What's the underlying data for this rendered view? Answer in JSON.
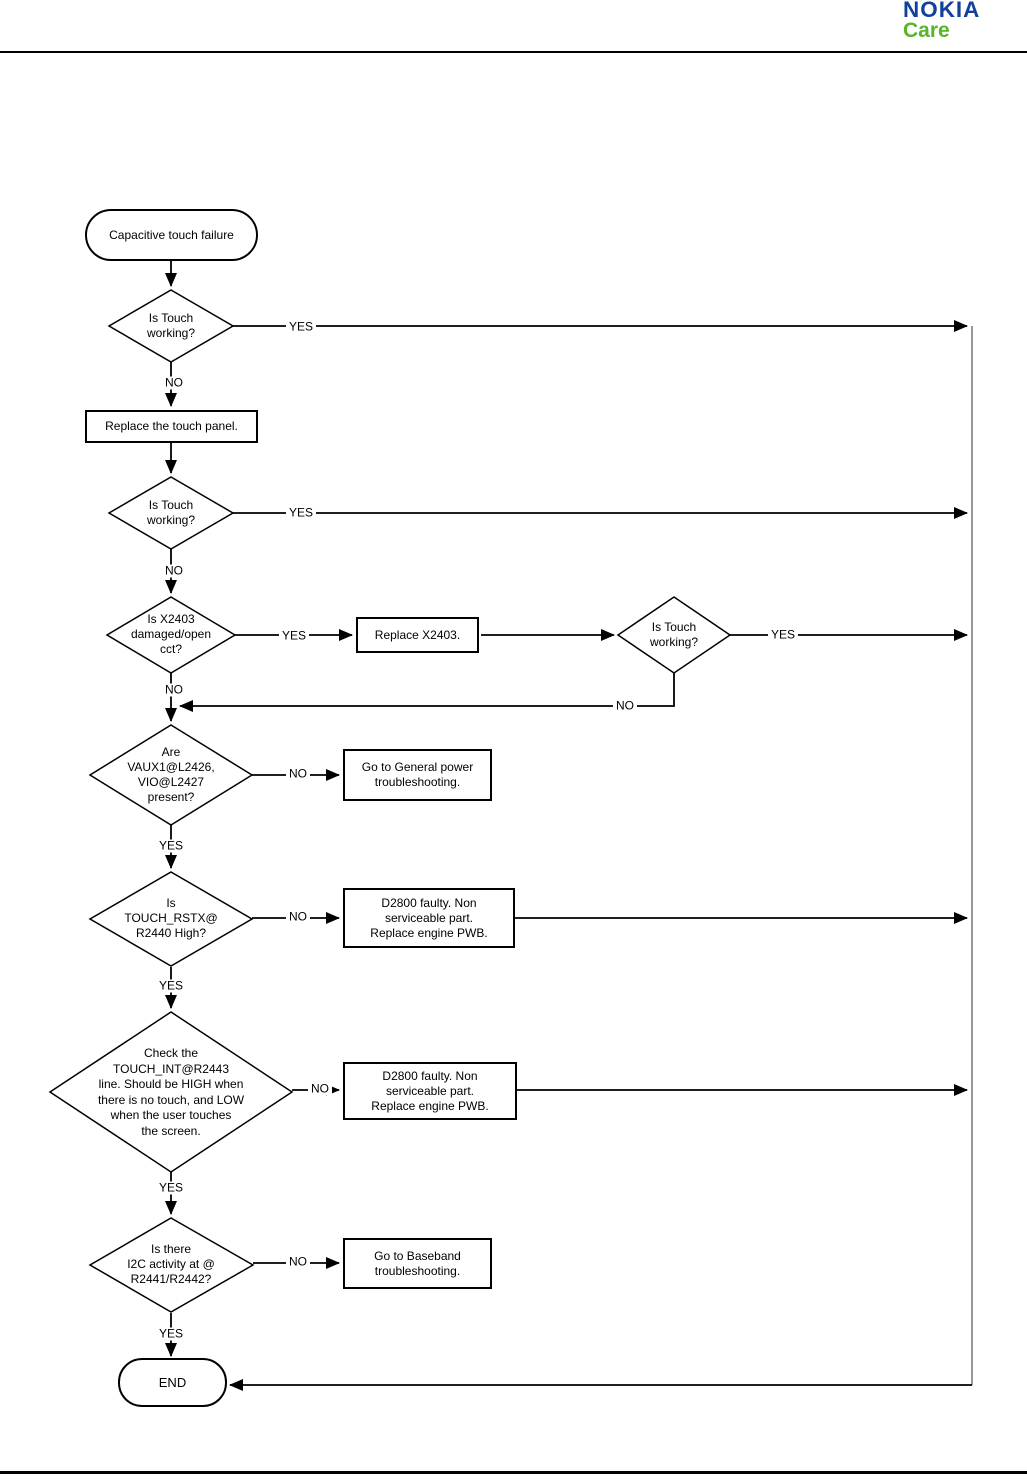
{
  "header": {
    "brand": "NOKIA",
    "sub_brand": "Care"
  },
  "colors": {
    "nokia_blue": "#12419B",
    "care_green": "#58B527",
    "line_color": "#000000"
  },
  "labels": {
    "yes": "YES",
    "no": "NO"
  },
  "nodes": {
    "start": "Capacitive touch failure",
    "q_touch_working_1": "Is Touch\nworking?",
    "replace_touch_panel": "Replace the touch panel.",
    "q_touch_working_2": "Is Touch\nworking?",
    "q_x2403_damaged": "Is X2403\ndamaged/open\ncct?",
    "replace_x2403": "Replace X2403.",
    "q_touch_working_3": "Is Touch\nworking?",
    "q_vaux_present": "Are\nVAUX1@L2426,\nVIO@L2427\npresent?",
    "goto_general_power": "Go to General power\ntroubleshooting.",
    "q_touch_rstx_high": "Is\nTOUCH_RSTX@\nR2440 High?",
    "d2800_faulty_1": "D2800 faulty. Non\nserviceable part.\nReplace engine PWB.",
    "q_touch_int_check": "Check the\nTOUCH_INT@R2443\nline. Should be HIGH when\nthere is no touch, and LOW\nwhen the user touches\nthe screen.",
    "d2800_faulty_2": "D2800 faulty. Non\nserviceable part.\nReplace engine PWB.",
    "q_i2c_activity": "Is there\nI2C activity at @\nR2441/R2442?",
    "goto_baseband": "Go to Baseband\ntroubleshooting.",
    "end": "END"
  }
}
